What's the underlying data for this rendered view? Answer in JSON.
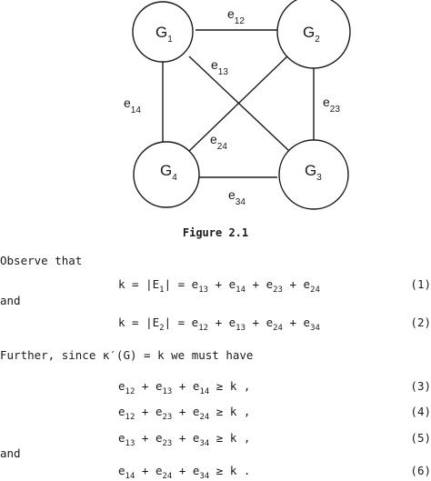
{
  "figure": {
    "nodes": [
      {
        "base": "G",
        "sub": "1"
      },
      {
        "base": "G",
        "sub": "2"
      },
      {
        "base": "G",
        "sub": "3"
      },
      {
        "base": "G",
        "sub": "4"
      }
    ],
    "edges": [
      {
        "base": "e",
        "sub": "12"
      },
      {
        "base": "e",
        "sub": "13"
      },
      {
        "base": "e",
        "sub": "14"
      },
      {
        "base": "e",
        "sub": "23"
      },
      {
        "base": "e",
        "sub": "24"
      },
      {
        "base": "e",
        "sub": "34"
      }
    ],
    "caption": "Figure 2.1"
  },
  "text": {
    "observe": "Observe that",
    "and1": "and",
    "further": "Further, since κ′(G) = k we must have",
    "and2": "and"
  },
  "equations": [
    {
      "number": "(1)",
      "terms": [
        [
          "k = |E",
          "1"
        ],
        [
          "| = e",
          "13"
        ],
        [
          " + e",
          "14"
        ],
        [
          " + e",
          "23"
        ],
        [
          " + e",
          "24"
        ]
      ]
    },
    {
      "number": "(2)",
      "terms": [
        [
          "k = |E",
          "2"
        ],
        [
          "| = e",
          "12"
        ],
        [
          " + e",
          "13"
        ],
        [
          " + e",
          "24"
        ],
        [
          " + e",
          "34"
        ]
      ]
    },
    {
      "number": "(3)",
      "terms": [
        [
          "e",
          "12"
        ],
        [
          " + e",
          "13"
        ],
        [
          " + e",
          "14"
        ],
        [
          " ≥ k ,",
          ""
        ]
      ]
    },
    {
      "number": "(4)",
      "terms": [
        [
          "e",
          "12"
        ],
        [
          " + e",
          "23"
        ],
        [
          " + e",
          "24"
        ],
        [
          " ≥ k ,",
          ""
        ]
      ]
    },
    {
      "number": "(5)",
      "terms": [
        [
          "e",
          "13"
        ],
        [
          " + e",
          "23"
        ],
        [
          " + e",
          "34"
        ],
        [
          " ≥ k ,",
          ""
        ]
      ]
    },
    {
      "number": "(6)",
      "terms": [
        [
          "e",
          "14"
        ],
        [
          " + e",
          "24"
        ],
        [
          " + e",
          "34"
        ],
        [
          " ≥ k .",
          ""
        ]
      ]
    }
  ]
}
